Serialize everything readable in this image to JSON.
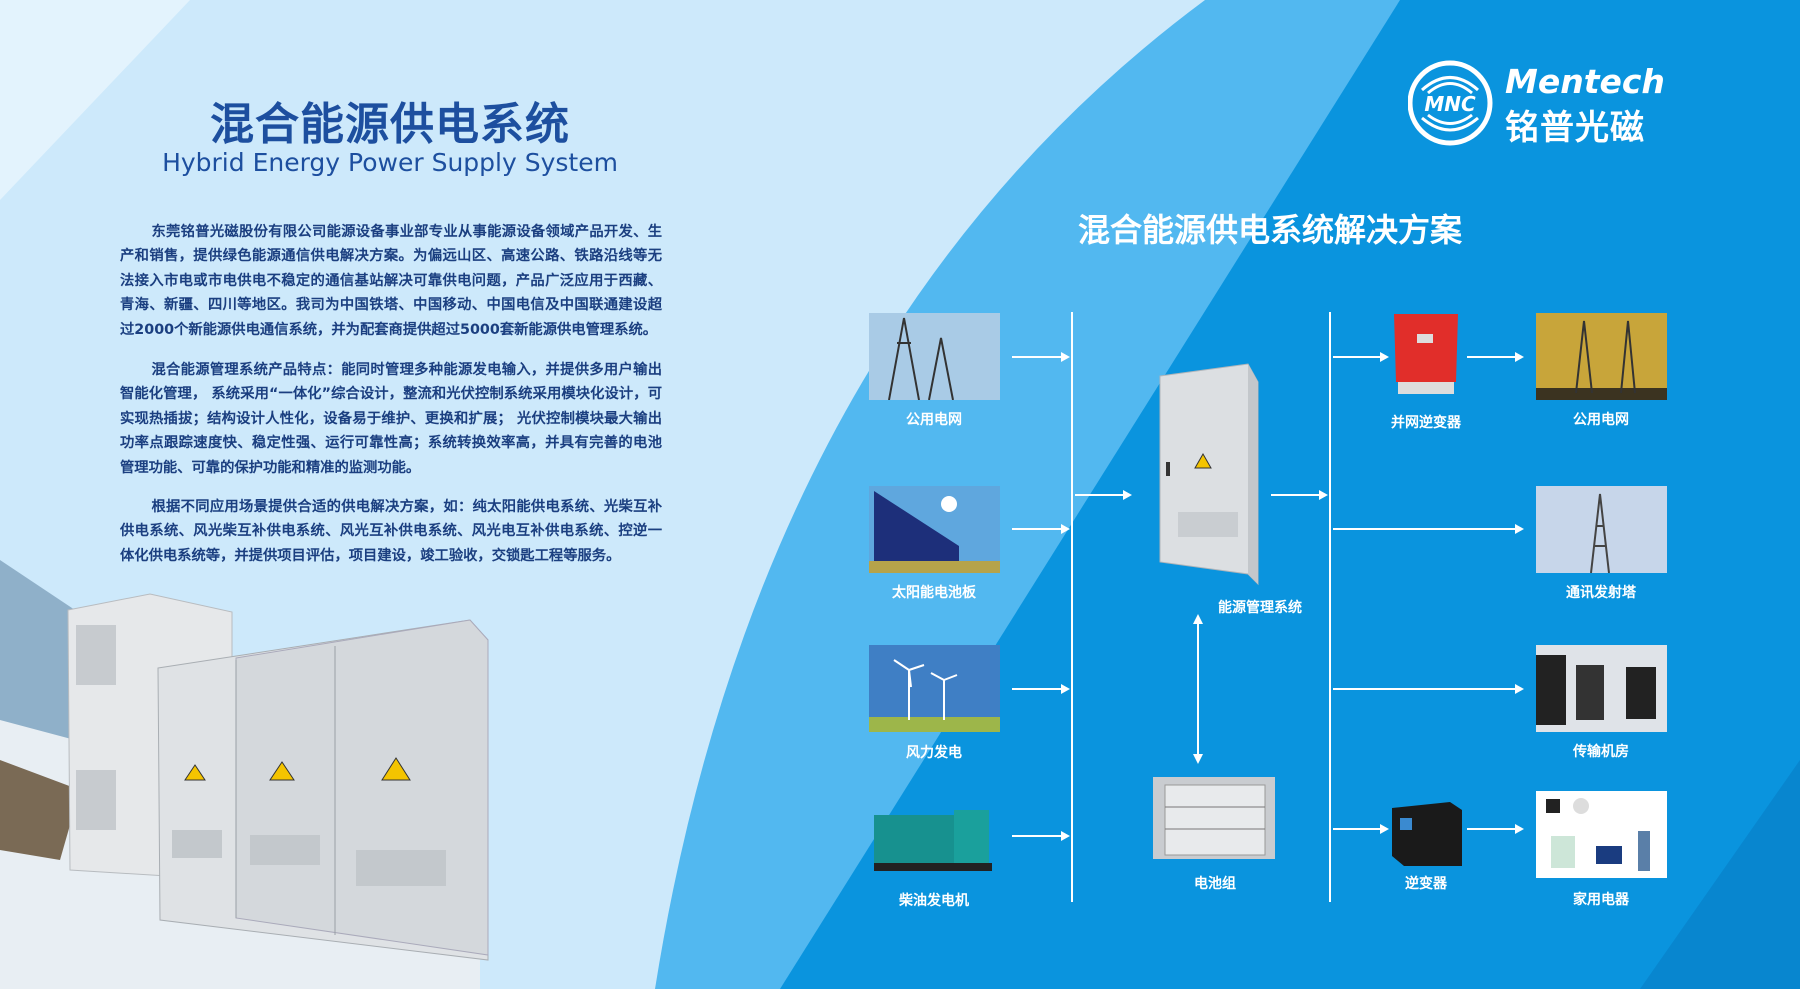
{
  "header": {
    "title_cn": "混合能源供电系统",
    "title_en": "Hybrid Energy Power Supply System"
  },
  "paragraphs": [
    "东莞铭普光磁股份有限公司能源设备事业部专业从事能源设备领域产品开发、生产和销售，提供绿色能源通信供电解决方案。为偏远山区、高速公路、铁路沿线等无法接入市电或市电供电不稳定的通信基站解决可靠供电问题，产品广泛应用于西藏、青海、新疆、四川等地区。我司为中国铁塔、中国移动、中国电信及中国联通建设超过2000个新能源供电通信系统，并为配套商提供超过5000套新能源供电管理系统。",
    "混合能源管理系统产品特点：能同时管理多种能源发电输入，并提供多用户输出智能化管理， 系统采用“一体化”综合设计，整流和光伏控制系统采用模块化设计，可实现热插拔；结构设计人性化，设备易于维护、更换和扩展； 光伏控制模块最大输出功率点跟踪速度快、稳定性强、运行可靠性高；系统转换效率高，并具有完善的电池管理功能、可靠的保护功能和精准的监测功能。",
    "根据不同应用场景提供合适的供电解决方案，如：纯太阳能供电系统、光柴互补供电系统、风光柴互补供电系统、风光互补供电系统、风光电互补供电系统、控逆一体化供电系统等，并提供项目评估，项目建设，竣工验收，交锁匙工程等服务。"
  ],
  "logo": {
    "mark": "MNC",
    "name_en": "Mentech",
    "name_cn": "铭普光磁"
  },
  "diagram": {
    "title": "混合能源供电系统解决方案",
    "inputs": [
      "公用电网",
      "太阳能电池板",
      "风力发电",
      "柴油发电机"
    ],
    "center": "能源管理系统",
    "storage": "电池组",
    "grid_inverter": "并网逆变器",
    "inverter": "逆变器",
    "outputs": [
      "公用电网",
      "通讯发射塔",
      "传输机房",
      "家用电器"
    ]
  },
  "colors": {
    "light": "#cde9fb",
    "mid": "#52b8f0",
    "dark": "#0a94de",
    "title": "#1d4f9f"
  }
}
